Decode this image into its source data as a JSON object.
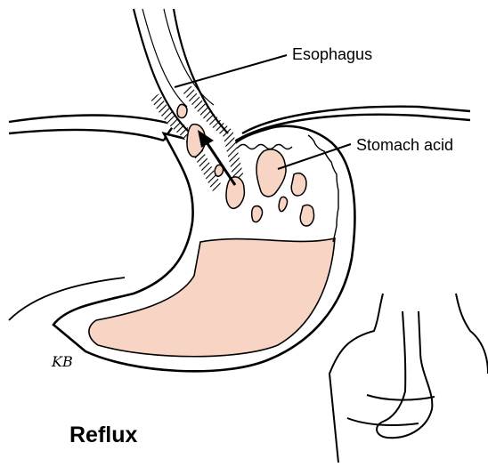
{
  "title": "Reflux",
  "labels": {
    "esophagus": "Esophagus",
    "stomach_acid": "Stomach acid"
  },
  "artist_initials": "KB",
  "colors": {
    "stomach_contents": "#f8d4c4",
    "line": "#000000",
    "background": "#ffffff"
  }
}
